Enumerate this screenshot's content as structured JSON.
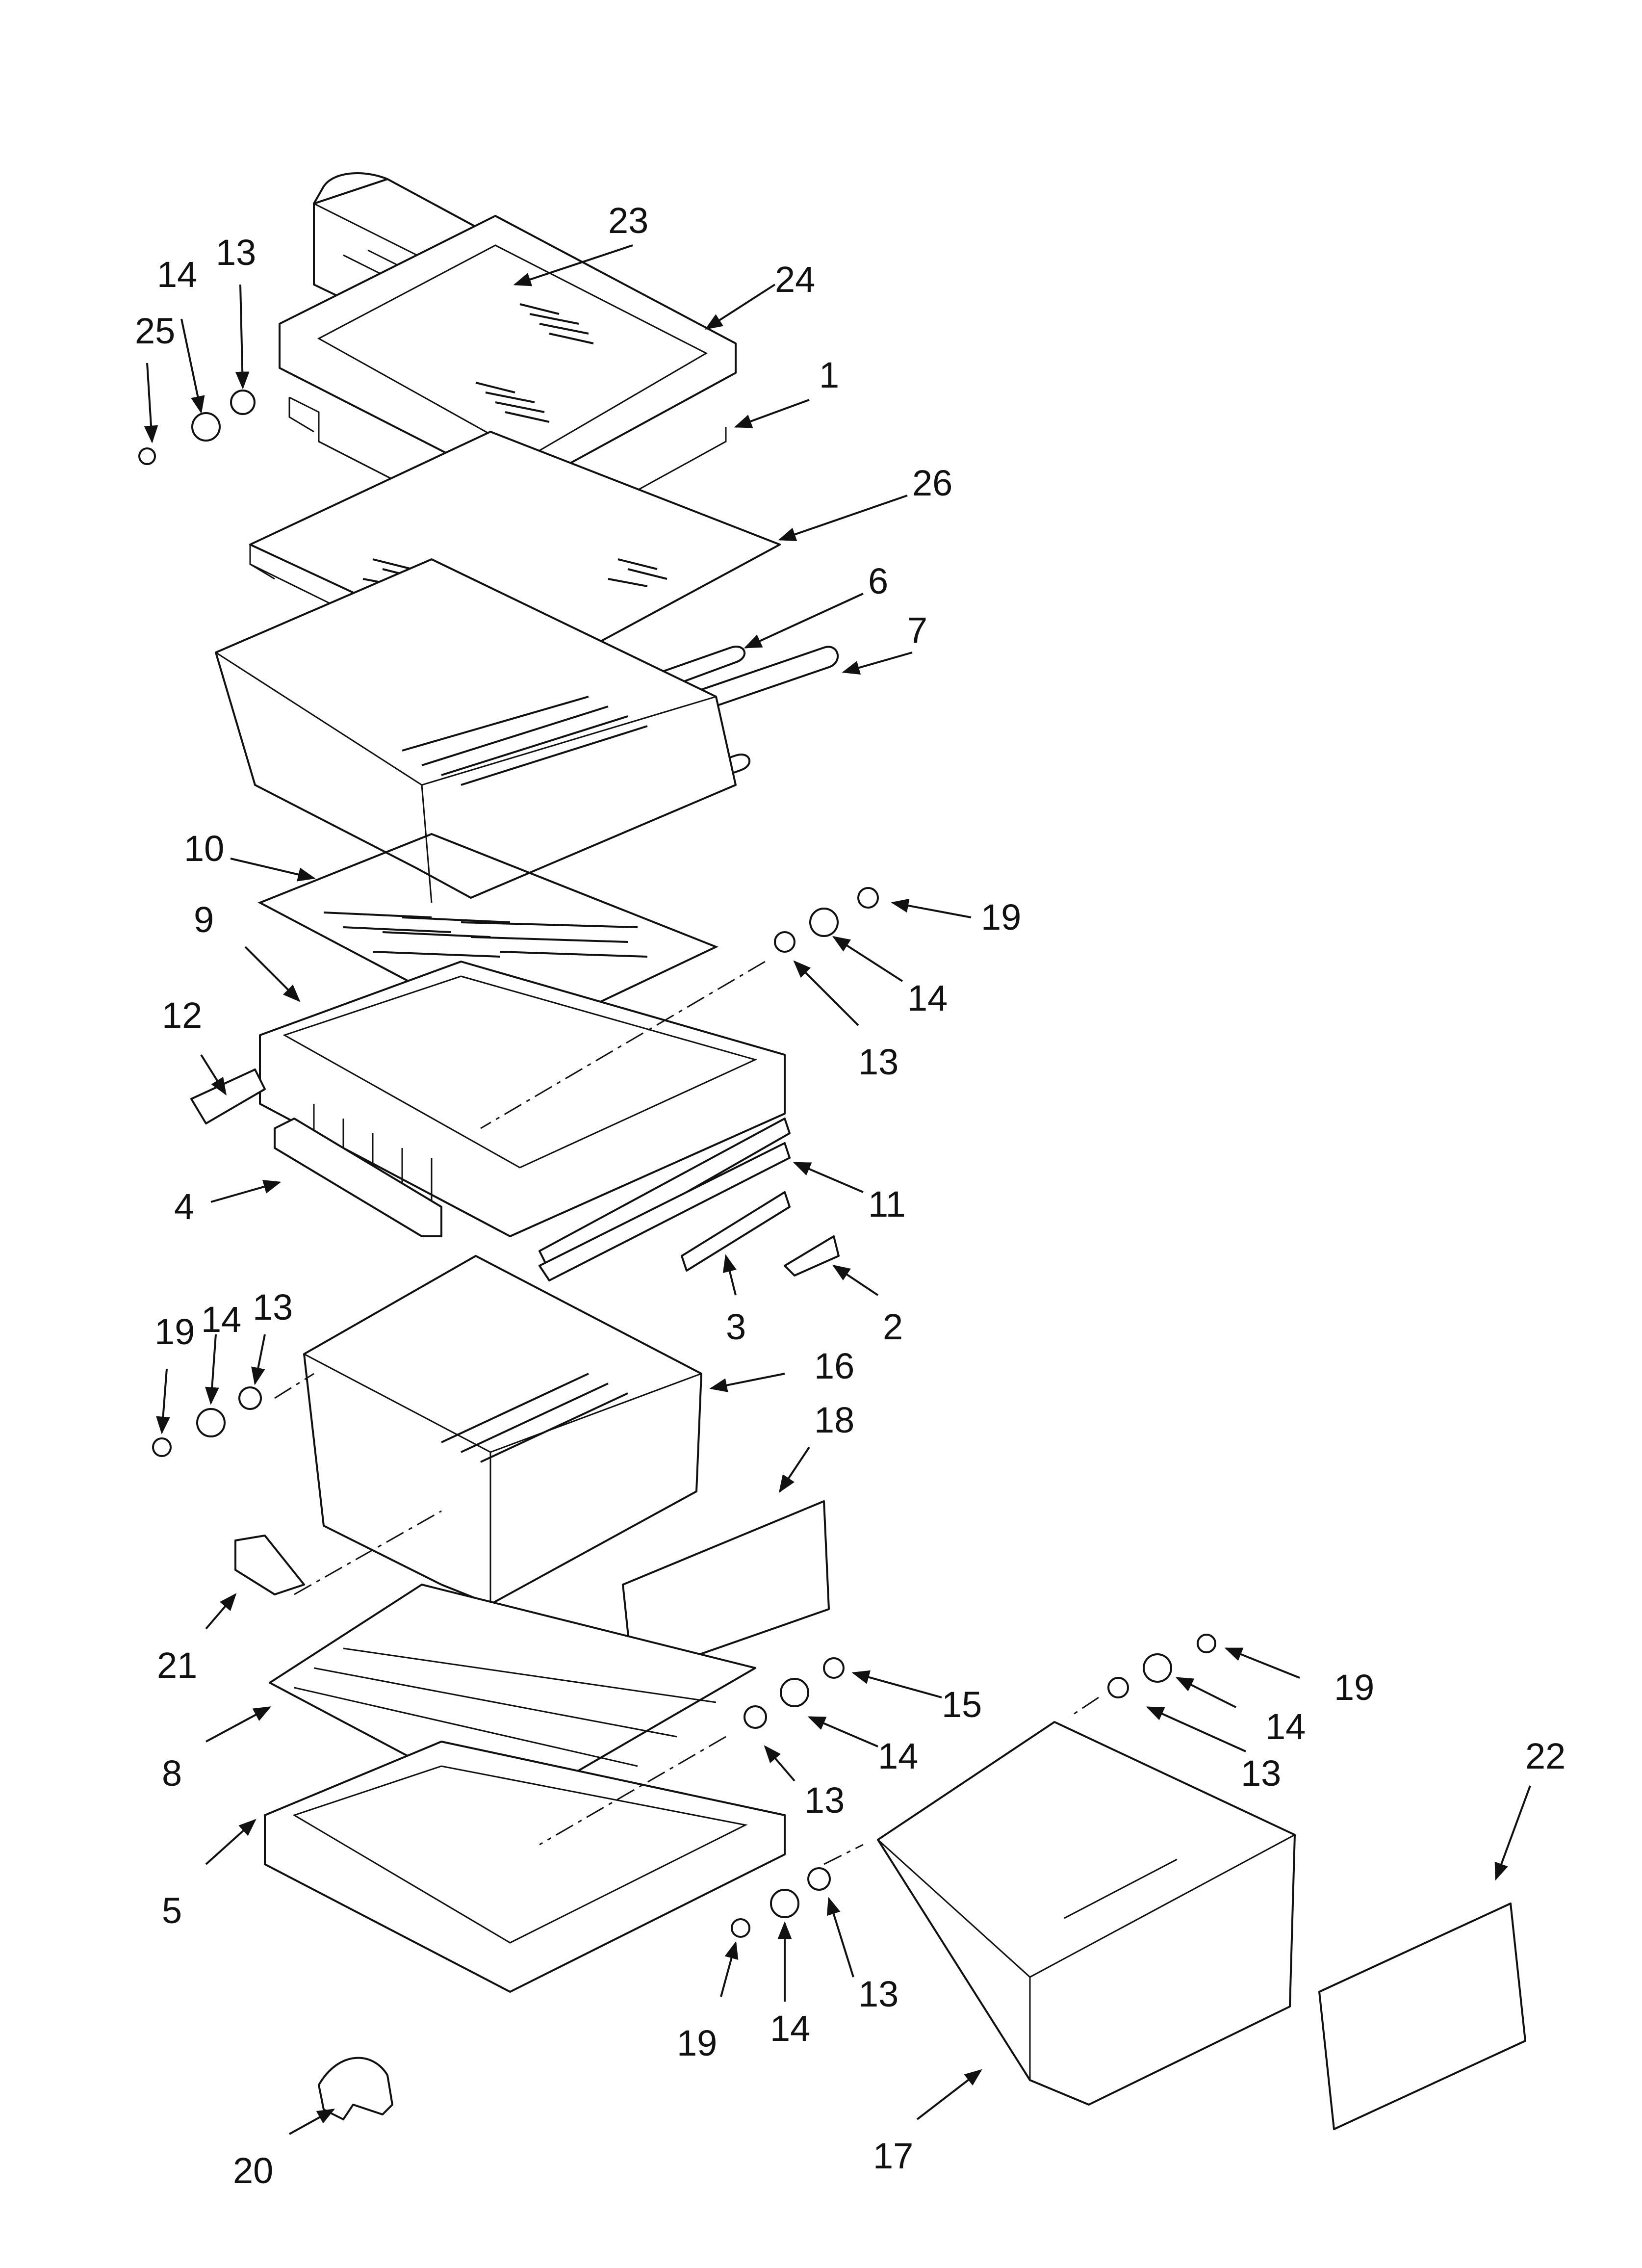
{
  "callouts": [
    {
      "id": "c23",
      "text": "23"
    },
    {
      "id": "c24",
      "text": "24"
    },
    {
      "id": "c1",
      "text": "1"
    },
    {
      "id": "c26",
      "text": "26"
    },
    {
      "id": "c6",
      "text": "6"
    },
    {
      "id": "c7",
      "text": "7"
    },
    {
      "id": "c14a",
      "text": "14"
    },
    {
      "id": "c13a",
      "text": "13"
    },
    {
      "id": "c25",
      "text": "25"
    },
    {
      "id": "c10",
      "text": "10"
    },
    {
      "id": "c9",
      "text": "9"
    },
    {
      "id": "c19a",
      "text": "19"
    },
    {
      "id": "c14b",
      "text": "14"
    },
    {
      "id": "c13b",
      "text": "13"
    },
    {
      "id": "c12",
      "text": "12"
    },
    {
      "id": "c4",
      "text": "4"
    },
    {
      "id": "c11",
      "text": "11"
    },
    {
      "id": "c3",
      "text": "3"
    },
    {
      "id": "c2",
      "text": "2"
    },
    {
      "id": "c19b",
      "text": "19"
    },
    {
      "id": "c14c",
      "text": "14"
    },
    {
      "id": "c13c",
      "text": "13"
    },
    {
      "id": "c16",
      "text": "16"
    },
    {
      "id": "c18",
      "text": "18"
    },
    {
      "id": "c21",
      "text": "21"
    },
    {
      "id": "c8",
      "text": "8"
    },
    {
      "id": "c5",
      "text": "5"
    },
    {
      "id": "c15",
      "text": "15"
    },
    {
      "id": "c14d",
      "text": "14"
    },
    {
      "id": "c13d",
      "text": "13"
    },
    {
      "id": "c19c",
      "text": "19"
    },
    {
      "id": "c14e",
      "text": "14"
    },
    {
      "id": "c13e",
      "text": "13"
    },
    {
      "id": "c22",
      "text": "22"
    },
    {
      "id": "c19d",
      "text": "19"
    },
    {
      "id": "c14f",
      "text": "14"
    },
    {
      "id": "c13f",
      "text": "13"
    },
    {
      "id": "c17",
      "text": "17"
    },
    {
      "id": "c20",
      "text": "20"
    }
  ]
}
